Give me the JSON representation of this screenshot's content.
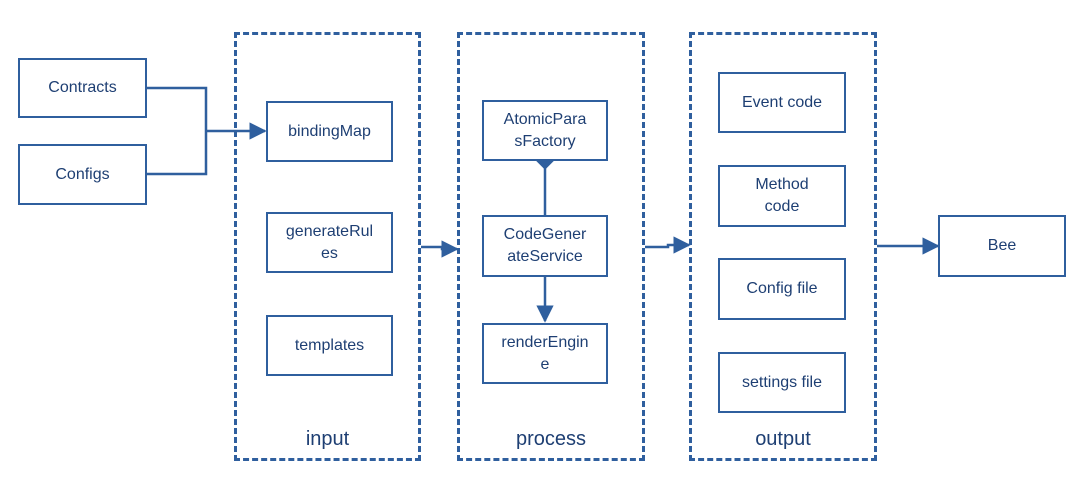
{
  "colors": {
    "stroke": "#2f5f9e",
    "text": "#1e3f73"
  },
  "sources": {
    "contracts": "Contracts",
    "configs": "Configs"
  },
  "input": {
    "label": "input",
    "binding_map": "bindingMap",
    "generate_rules": "generateRul\nes",
    "templates": "templates"
  },
  "process": {
    "label": "process",
    "atomic_factory": "AtomicPara\nsFactory",
    "code_generate_service": "CodeGener\nateService",
    "render_engine": "renderEngin\ne"
  },
  "output": {
    "label": "output",
    "event_code": "Event code",
    "method_code": "Method\ncode",
    "config_file": "Config file",
    "settings_file": "settings file"
  },
  "target": {
    "bee": "Bee"
  }
}
